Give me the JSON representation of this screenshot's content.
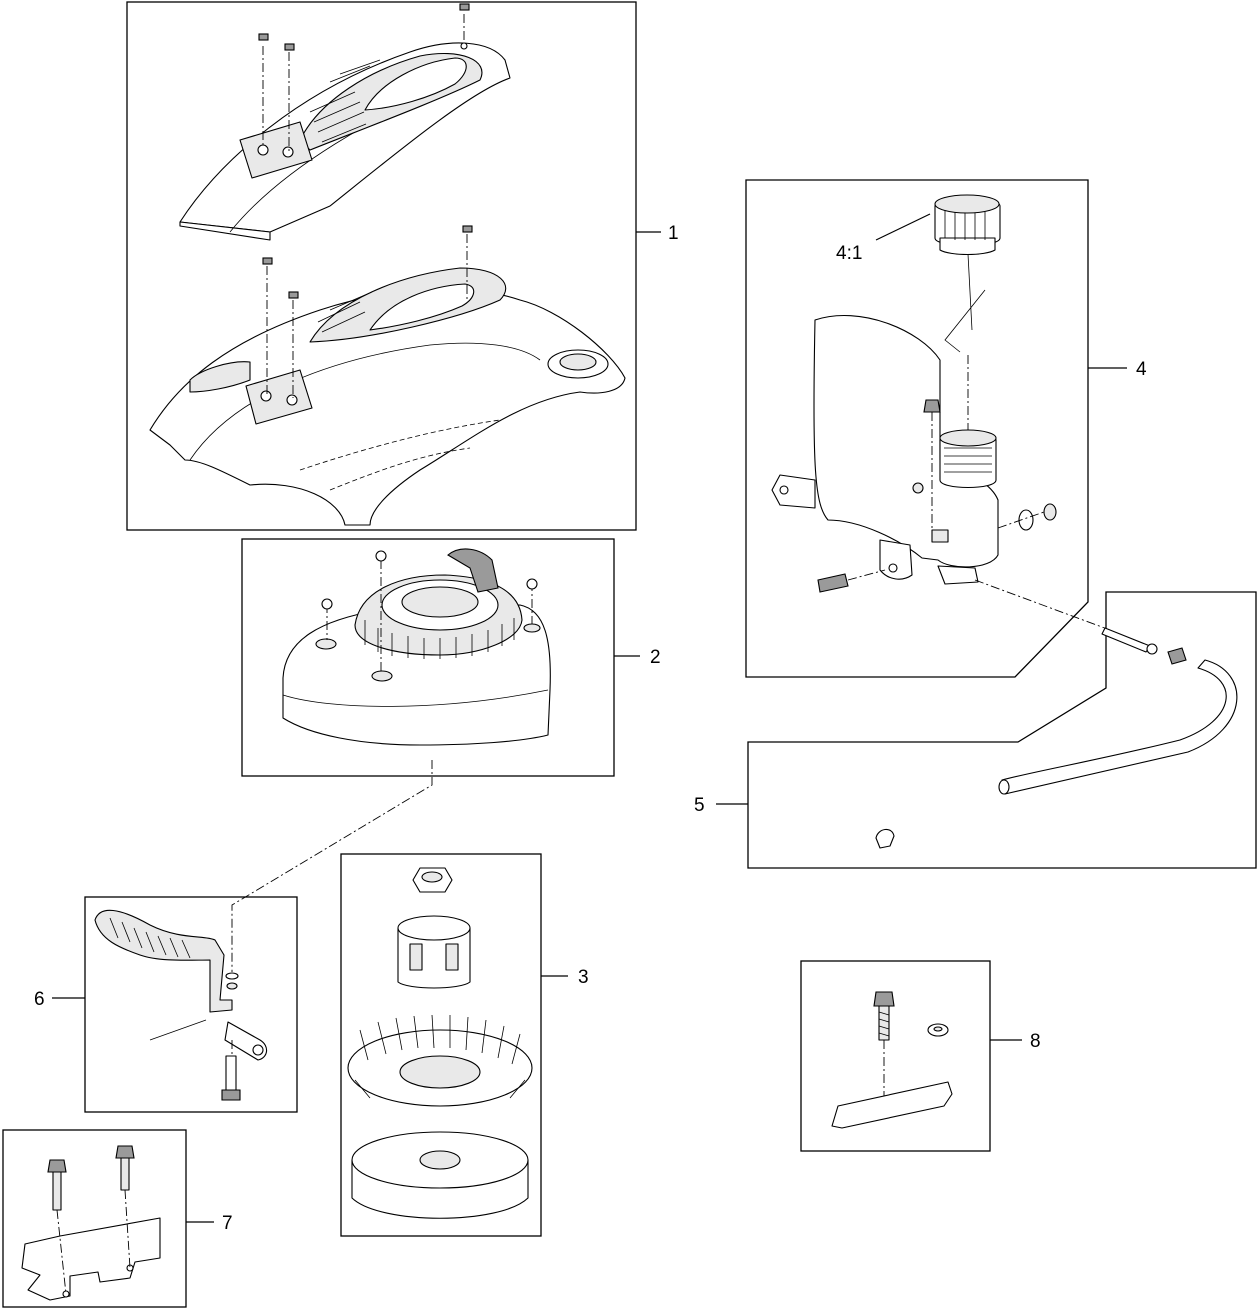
{
  "callouts": {
    "c1": "1",
    "c2": "2",
    "c3": "3",
    "c4": "4",
    "c4_1": "4:1",
    "c5": "5",
    "c6": "6",
    "c7": "7",
    "c8": "8"
  },
  "colors": {
    "line": "#000000",
    "background": "#ffffff",
    "shade": "#e9e9e9"
  }
}
